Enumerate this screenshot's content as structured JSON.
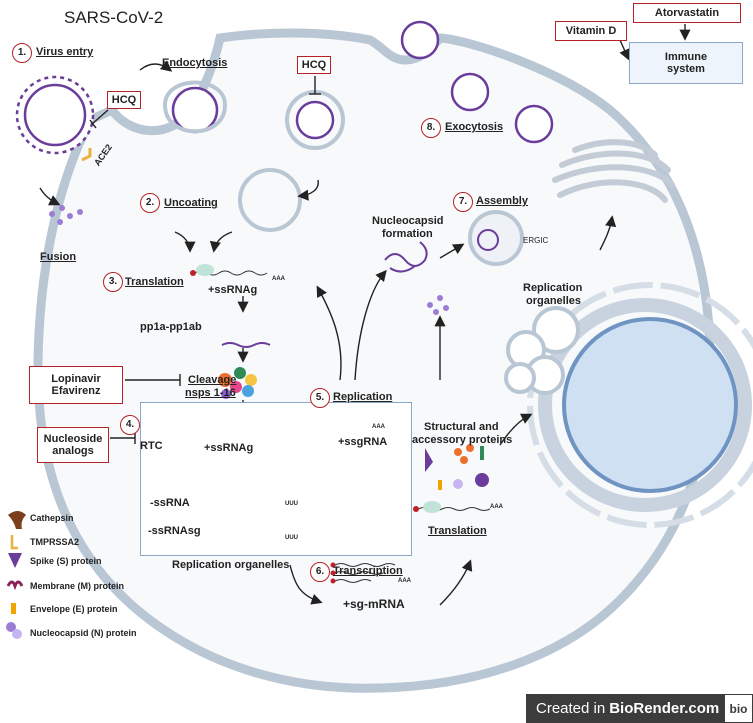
{
  "title": "SARS-CoV-2",
  "steps": {
    "s1": {
      "num": "1.",
      "label": "Virus entry"
    },
    "s2": {
      "num": "2.",
      "label": "Uncoating"
    },
    "s3": {
      "num": "3.",
      "label": "Translation"
    },
    "s4": {
      "num": "4."
    },
    "s5": {
      "num": "5.",
      "label": "Replication"
    },
    "s6": {
      "num": "6.",
      "label": "Transcription"
    },
    "s7": {
      "num": "7.",
      "label": "Assembly"
    },
    "s8": {
      "num": "8.",
      "label": "Exocytosis"
    }
  },
  "labels": {
    "endocytosis": "Endocytosis",
    "fusion": "Fusion",
    "ace2": "ACE2",
    "ssrnag": "+ssRNAg",
    "pp1a": "pp1a-pp1ab",
    "cleavage1": "Cleavage",
    "cleavage2": "nsps 1-16",
    "rtc": "RTC",
    "ssrnag2": "+ssRNAg",
    "minus_ssrna": "-ssRNA",
    "minus_ssrnasg": "-ssRNAsg",
    "uuu": "UUU",
    "aaa": "AAA",
    "rep_org": "Replication organelles",
    "ssgrna": "+ssgRNA",
    "sgmrna": "+sg-mRNA",
    "nucleo1": "Nucleocapsid",
    "nucleo2": "formation",
    "ergic": "ERGIC",
    "rep_org2a": "Replication",
    "rep_org2b": "organelles",
    "struct1": "Structural and",
    "struct2": "accessory proteins",
    "translation2": "Translation"
  },
  "drugs": {
    "hcq1": "HCQ",
    "hcq2": "HCQ",
    "lopinavir": "Lopinavir",
    "efavirenz": "Efavirenz",
    "nucleoside1": "Nucleoside",
    "nucleoside2": "analogs",
    "vitd": "Vitamin D",
    "atorva": "Atorvastatin",
    "immune1": "Immune",
    "immune2": "system"
  },
  "legend": [
    {
      "label": "Cathepsin",
      "icon": "cathepsin-icon"
    },
    {
      "label": "TMPRSSA2",
      "icon": "tmprss2-icon"
    },
    {
      "label": "Spike (S) protein",
      "icon": "spike-icon"
    },
    {
      "label": "Membrane (M) protein",
      "icon": "membrane-protein-icon"
    },
    {
      "label": "Envelope (E) protein",
      "icon": "envelope-protein-icon"
    },
    {
      "label": "Nucleocapsid (N) protein",
      "icon": "nucleocapsid-icon"
    }
  ],
  "badge": {
    "created": "Created in",
    "brand": "BioRender.com",
    "logo": "bio"
  },
  "colors": {
    "membrane": "#e6ecf3",
    "cell_border": "#b9c6d4",
    "drug_border": "#b52226",
    "virus": "#6a3d9a",
    "nucleus": "#cfe0f2"
  }
}
